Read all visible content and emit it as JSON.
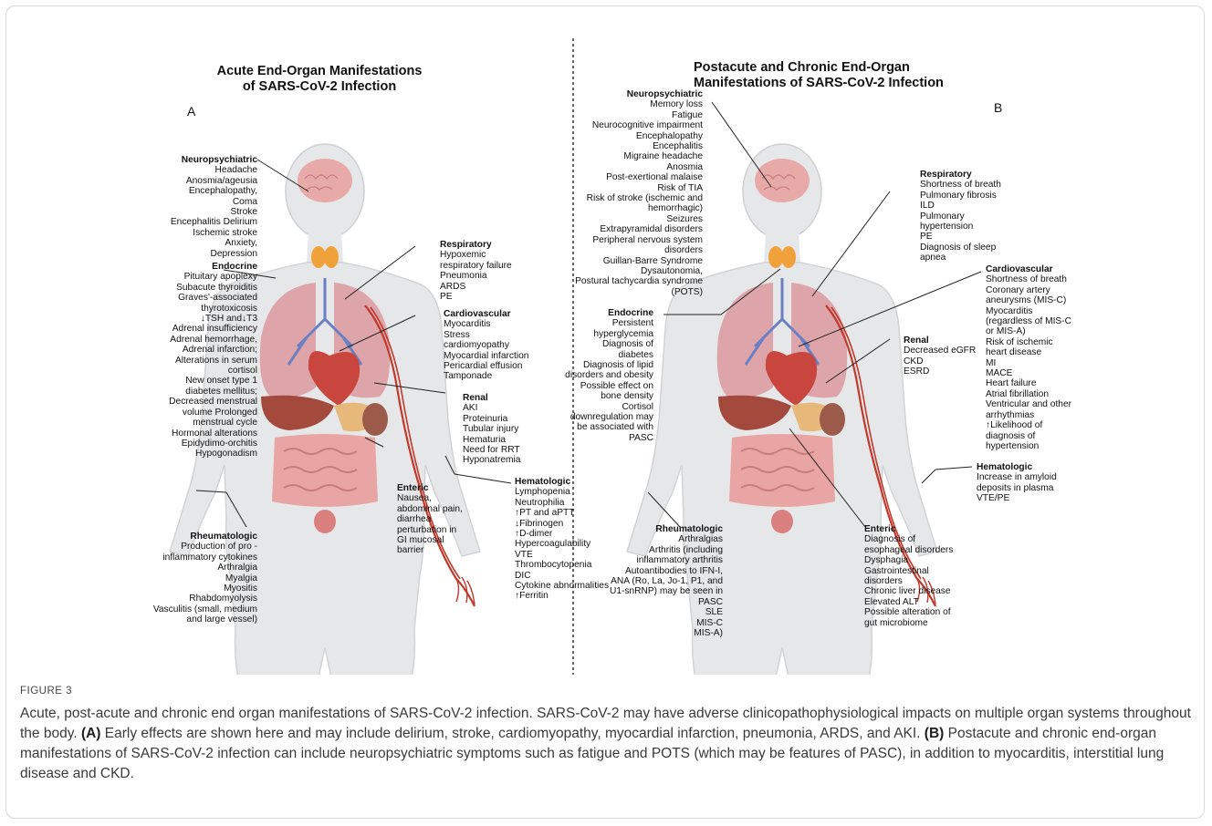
{
  "panelA": {
    "title_line1": "Acute End-Organ Manifestations",
    "title_line2": "of SARS-CoV-2 Infection",
    "label": "A",
    "neuro": {
      "heading": "Neuropsychiatric",
      "items": [
        "Headache",
        "Anosmia/ageusia",
        "Encephalopathy,",
        "Coma",
        "Stroke",
        "Encephalitis Delirium",
        "Ischemic stroke",
        "Anxiety,",
        "Depression"
      ]
    },
    "endocrine": {
      "heading": "Endocrine",
      "items": [
        "Pituitary apoplexy",
        "Subacute thyroiditis",
        "Graves'-associated",
        "thyrotoxicosis",
        "↓TSH and↓T3",
        "Adrenal   insufficiency",
        "Adrenal hemorrhage,",
        "Adrenal infarction;",
        "Alterations in serum",
        "cortisol",
        "New onset type 1",
        "diabetes mellitus;",
        "Decreased menstrual",
        "volume  Prolonged",
        "menstrual cycle",
        "Hormonal alterations",
        "Epidydimo-orchitis",
        "Hypogonadism"
      ]
    },
    "respiratory": {
      "heading": "Respiratory",
      "items": [
        "Hypoxemic",
        "respiratory failure",
        "Pneumonia",
        "ARDS",
        "PE"
      ]
    },
    "cardio": {
      "heading": "Cardiovascular",
      "items": [
        "Myocarditis",
        "Stress",
        "cardiomyopathy",
        "Myocardial infarction",
        "Pericardial  effusion",
        "Tamponade"
      ]
    },
    "renal": {
      "heading": "Renal",
      "items": [
        "AKI",
        "Proteinuria",
        "Tubular injury",
        "Hematuria",
        "Need for RRT",
        "Hyponatremia"
      ]
    },
    "enteric": {
      "heading": "Enteric",
      "items": [
        "Nausea,",
        "abdominal pain,",
        "diarrhea",
        "perturbation in",
        "GI mucosal",
        "barrier"
      ]
    },
    "hemato": {
      "heading": "Hematologic",
      "items": [
        "Lymphopenia",
        "Neutrophilia",
        "↑PT and aPTT",
        "↓Fibrinogen",
        "↑D-dimer",
        "Hypercoagulability",
        "VTE",
        "Thrombocytopenia",
        "DIC",
        "Cytokine abnormalities",
        "↑Ferritin"
      ]
    },
    "rheum": {
      "heading": "Rheumatologic",
      "items": [
        "Production of pro -",
        "inflammatory cytokines",
        "Arthralgia",
        "Myalgia",
        "Myositis",
        "Rhabdomyolysis",
        "Vasculitis (small, medium",
        "and large vessel)"
      ]
    }
  },
  "panelB": {
    "title_line1": "Postacute and Chronic End-Organ",
    "title_line2": "Manifestations of SARS-CoV-2 Infection",
    "label": "B",
    "neuro": {
      "heading": "Neuropsychiatric",
      "items": [
        "Memory loss",
        "Fatigue",
        "Neurocognitive impairment",
        "Encephalopathy",
        "Encephalitis",
        "Migraine headache",
        "Anosmia",
        "Post-exertional malaise",
        "Risk of TIA",
        "Risk of stroke (ischemic and",
        "hemorrhagic)",
        "Seizures",
        "Extrapyramidal disorders",
        "Peripheral nervous system",
        "disorders",
        "Guillan-Barre Syndrome",
        "Dysautonomia,",
        "Postural tachycardia syndrome",
        "(POTS)"
      ]
    },
    "endocrine": {
      "heading": "Endocrine",
      "items": [
        "Persistent",
        "hyperglycemia",
        "Diagnosis of",
        "diabetes",
        "Diagnosis of lipid",
        "disorders and obesity",
        "Possible effect on",
        "bone density",
        "Cortisol",
        "downregulation may",
        "be associated with",
        "PASC"
      ]
    },
    "respiratory": {
      "heading": "Respiratory",
      "items": [
        "Shortness of breath",
        "Pulmonary fibrosis",
        "ILD",
        "Pulmonary",
        "hypertension",
        "PE",
        "Diagnosis of sleep",
        "apnea"
      ]
    },
    "cardio": {
      "heading": "Cardiovascular",
      "items": [
        "Shortness of breath",
        "Coronary artery",
        "aneurysms (MIS-C)",
        "Myocarditis",
        "(regardless of MIS-C",
        "or MIS-A)",
        "Risk of ischemic",
        "heart disease",
        "MI",
        "MACE",
        "Heart failure",
        "Atrial fibrillation",
        "Ventricular and other",
        "arrhythmias",
        "↑Likelihood of",
        "diagnosis of",
        "hypertension"
      ]
    },
    "renal": {
      "heading": "Renal",
      "items": [
        "Decreased eGFR",
        "CKD",
        "ESRD"
      ]
    },
    "hemato": {
      "heading": "Hematologic",
      "items": [
        "Increase in amyloid",
        "deposits in plasma",
        "VTE/PE"
      ]
    },
    "rheum": {
      "heading": "Rheumatologic",
      "items": [
        "Arthralgias",
        "Arthritis (including",
        "inflammatory arthritis",
        "Autoantibodies to IFN-I,",
        "ANA (Ro, La, Jo-1, P1, and",
        "U1-snRNP) may be seen in",
        "PASC",
        "SLE",
        "MIS-C",
        "MIS-A)"
      ]
    },
    "enteric": {
      "heading": "Enteric",
      "items": [
        "Diagnosis of",
        "esophageal disorders",
        "Dysphagia",
        " Gastrointestinal",
        "disorders",
        "Chronic liver disease",
        "Elevated ALT",
        "Possible alteration of",
        "gut microbiome"
      ]
    }
  },
  "caption": {
    "label": "FIGURE 3",
    "line1": "Acute, post-acute and chronic end organ manifestations of SARS-CoV-2 infection. SARS-CoV-2 may have adverse clinicopathophysiological impacts on multiple organ systems throughout the body.",
    "a_marker": "(A)",
    "a_text": "Early effects are shown here and may include delirium, stroke, cardiomyopathy, myocardial infarction, pneumonia, ARDS, and AKI.",
    "b_marker": "(B)",
    "b_text": "Postacute and chronic end-organ manifestations of SARS-CoV-2 infection can include neuropsychiatric symptoms such as fatigue and POTS (which may be features of PASC), in addition to myocarditis, interstitial lung disease and CKD."
  },
  "colors": {
    "body": "#e6e7e8",
    "outline": "#c9cacc",
    "brain": "#e8a9a9",
    "lung": "#d98f94",
    "heart": "#c9463e",
    "thyroid": "#f0a13a",
    "intestine": "#e9a5a3",
    "vessel": "#c0392b",
    "liver": "#a34a3d"
  }
}
